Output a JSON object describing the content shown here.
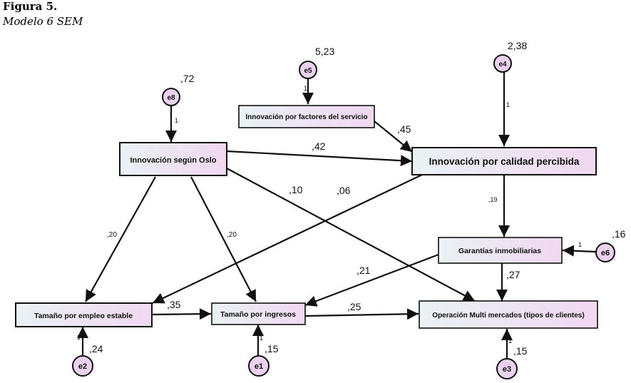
{
  "figure": {
    "label": "Figura 5.",
    "caption": "Modelo 6 SEM"
  },
  "nodes": {
    "oslo": "Innovación según Oslo",
    "servicio": "Innovación por factores del servicio",
    "calidad": "Innovación por calidad percibida",
    "garantias": "Garantías inmobiliarias",
    "empleo": "Tamaño por empleo estable",
    "ingresos": "Tamaño por ingresos",
    "multi": "Operación Multi mercados (tipos de clientes)"
  },
  "errors": {
    "e8": {
      "name": "e8",
      "variance": ",72",
      "weight": "1"
    },
    "e5": {
      "name": "e5",
      "variance": "5,23",
      "weight": "1"
    },
    "e4": {
      "name": "e4",
      "variance": "2,38",
      "weight": "1"
    },
    "e6": {
      "name": "e6",
      "variance": ",16",
      "weight": "1"
    },
    "e2": {
      "name": "e2",
      "variance": ",24",
      "weight": "1"
    },
    "e1": {
      "name": "e1",
      "variance": ",15",
      "weight": "1"
    },
    "e3": {
      "name": "e3",
      "variance": ",15",
      "weight": "1"
    }
  },
  "paths": {
    "oslo_calidad": ",42",
    "servicio_calidad": ",45",
    "oslo_multi": ",10",
    "calidad_empleo": ",06",
    "oslo_empleo": ",20",
    "oslo_ingresos": ",20",
    "calidad_garantias": ",19",
    "garantias_ingresos": ",21",
    "garantias_multi": ",27",
    "empleo_ingresos": ",35",
    "ingresos_multi": ",25"
  },
  "colors": {
    "box_gradient_start": "#e9f2f4",
    "box_gradient_end": "#f1d8f1",
    "circle_fill": "#ead2ee",
    "stroke": "#1a1a1a"
  }
}
